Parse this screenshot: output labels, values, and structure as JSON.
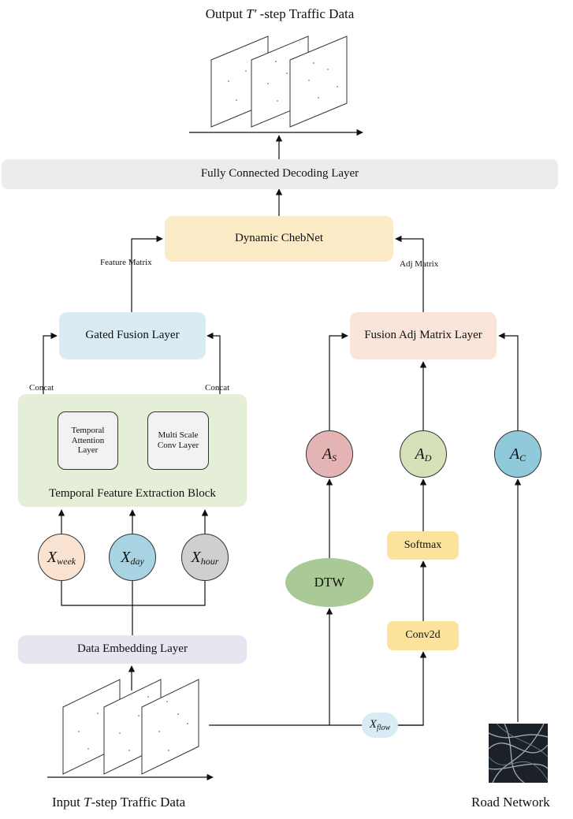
{
  "title_output": {
    "prefix": "Output ",
    "symbol": "T′",
    "suffix": " -step Traffic Data"
  },
  "title_input": {
    "prefix": "Input ",
    "symbol": "T",
    "suffix": "-step Traffic Data"
  },
  "road_network_label": "Road Network",
  "decoder_label": "Fully Connected Decoding Layer",
  "chebnet_label": "Dynamic ChebNet",
  "feature_matrix_label": "Feature Matrix",
  "adj_matrix_label": "Adj Matrix",
  "gated_fusion_label": "Gated Fusion Layer",
  "fusion_adj_label": "Fusion Adj Matrix Layer",
  "concat_left": "Concat",
  "concat_right": "Concat",
  "temporal_attention_label": "Temporal Attention Layer",
  "multi_scale_label": "Multi Scale Conv Layer",
  "tfe_block_label": "Temporal Feature Extraction Block",
  "x_week": {
    "base": "X",
    "sub": "week"
  },
  "x_day": {
    "base": "X",
    "sub": "day"
  },
  "x_hour": {
    "base": "X",
    "sub": "hour"
  },
  "a_s": {
    "base": "A",
    "sub": "S"
  },
  "a_d": {
    "base": "A",
    "sub": "D"
  },
  "a_c": {
    "base": "A",
    "sub": "C"
  },
  "x_flow": {
    "base": "X",
    "sub": "flow"
  },
  "dtw_label": "DTW",
  "softmax_label": "Softmax",
  "conv2d_label": "Conv2d",
  "embedding_label": "Data Embedding Layer",
  "colors": {
    "decoder_bg": "#ececec",
    "chebnet_bg": "#fcebc7",
    "gated_bg": "#d9ebf3",
    "fusion_adj_bg": "#fbe5da",
    "tfe_block_bg": "#e5efd8",
    "inner_box_bg": "#f2f2f2",
    "x_week_fill": "#fbe3d1",
    "x_day_fill": "#a8d3e2",
    "x_hour_fill": "#cfcfcf",
    "a_s_fill": "#e4b3b3",
    "a_d_fill": "#d5e2b9",
    "a_c_fill": "#8fc9da",
    "dtw_fill": "#a9c996",
    "softmax_bg": "#fde29c",
    "conv2d_bg": "#fde29c",
    "embedding_bg": "#e8e4f0",
    "x_flow_bg": "#d8ecf5"
  }
}
